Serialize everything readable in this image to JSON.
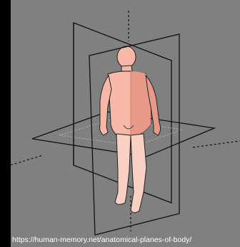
{
  "source_url": "https://human-memory.net/anatomical-planes-of-body/",
  "colors": {
    "background": "#808080",
    "border": "#000000",
    "body_front": "#f7b8a8",
    "body_shadow": "#e89a88",
    "body_lower": "#f9d0c4",
    "plane_lines": "#111111",
    "inner_lines": "#bdbdbd",
    "caption_text": "#ffffff"
  },
  "figure": {
    "subject": "human-figure-icon",
    "planes": [
      "sagittal-plane",
      "frontal-plane",
      "transverse-plane"
    ]
  }
}
